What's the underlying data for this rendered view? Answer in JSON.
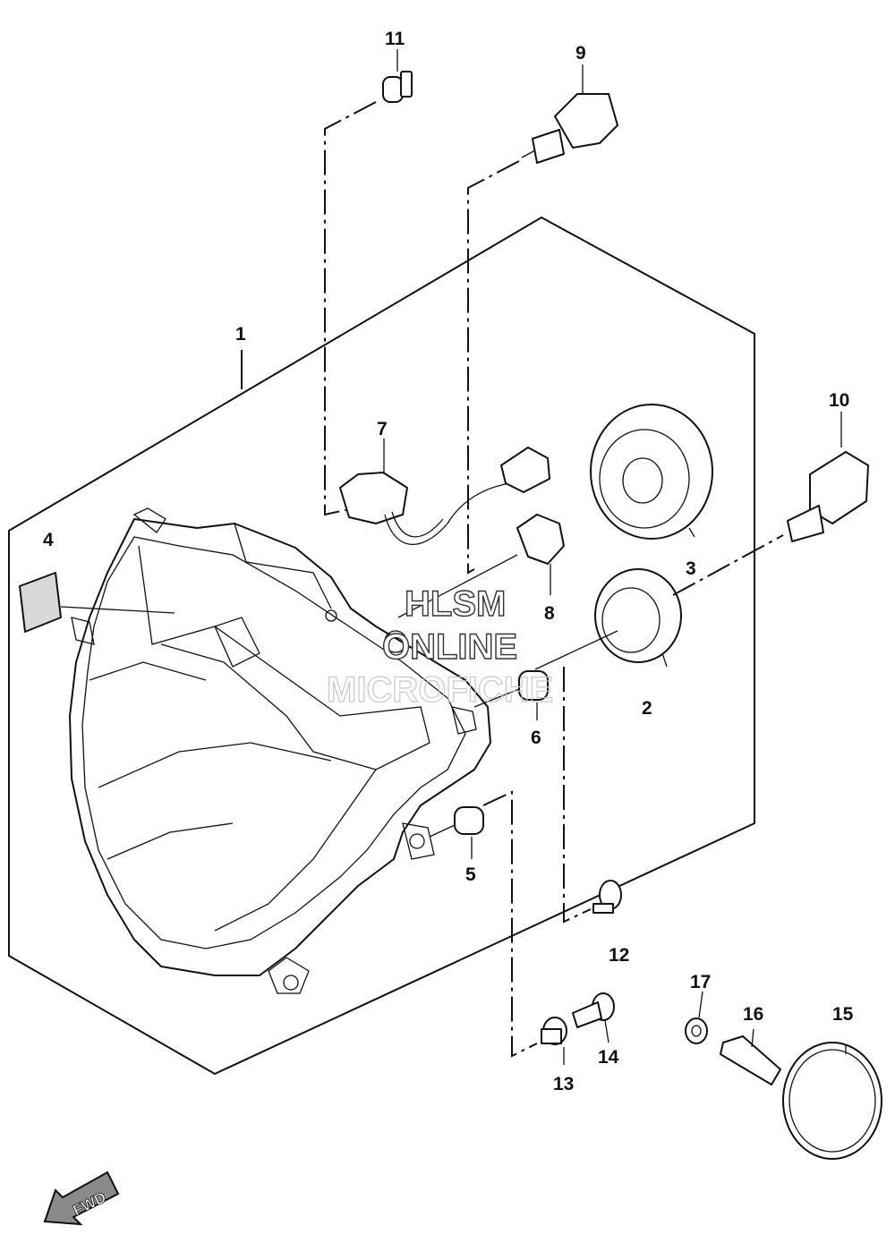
{
  "diagram": {
    "callouts": [
      {
        "id": "c1",
        "text": "1"
      },
      {
        "id": "c2",
        "text": "2"
      },
      {
        "id": "c3",
        "text": "3"
      },
      {
        "id": "c4",
        "text": "4"
      },
      {
        "id": "c5",
        "text": "5"
      },
      {
        "id": "c6",
        "text": "6"
      },
      {
        "id": "c7",
        "text": "7"
      },
      {
        "id": "c8",
        "text": "8"
      },
      {
        "id": "c9",
        "text": "9"
      },
      {
        "id": "c10",
        "text": "10"
      },
      {
        "id": "c11",
        "text": "11"
      },
      {
        "id": "c12",
        "text": "12"
      },
      {
        "id": "c13",
        "text": "13"
      },
      {
        "id": "c14",
        "text": "14"
      },
      {
        "id": "c15",
        "text": "15"
      },
      {
        "id": "c16",
        "text": "16"
      },
      {
        "id": "c17",
        "text": "17"
      }
    ],
    "watermark": {
      "line1": "HLSM",
      "line2": "ONLINE",
      "line3": "MICROFICHE"
    },
    "direction_label": "FWD"
  }
}
